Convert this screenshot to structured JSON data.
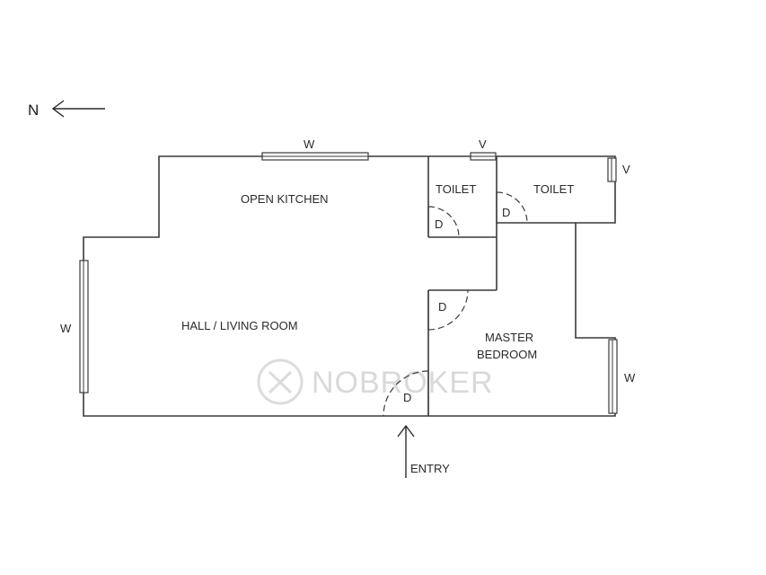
{
  "compass": {
    "letter": "N"
  },
  "rooms": {
    "open_kitchen": "OPEN KITCHEN",
    "hall_living": "HALL / LIVING ROOM",
    "toilet_1": "TOILET",
    "toilet_2": "TOILET",
    "master_line1": "MASTER",
    "master_line2": "BEDROOM"
  },
  "windows": {
    "top": "W",
    "left": "W",
    "right": "W",
    "vent_top": "V",
    "vent_right": "V"
  },
  "doors": {
    "toilet_1": "D",
    "toilet_2": "D",
    "bedroom": "D",
    "main": "D"
  },
  "entry": {
    "label": "ENTRY"
  },
  "watermark": {
    "text": "NOBROKER"
  },
  "colors": {
    "line": "#3a3a3a",
    "watermark": "#d9d9d9"
  }
}
